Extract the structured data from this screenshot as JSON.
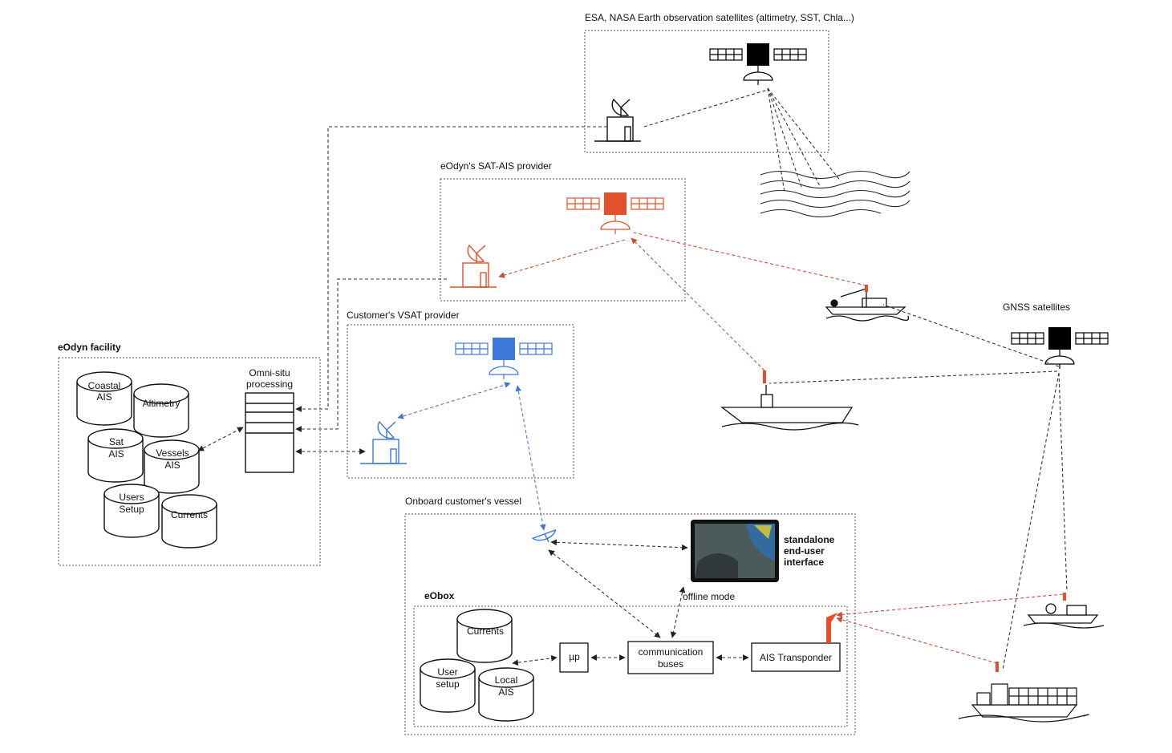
{
  "colors": {
    "red": "#e4502d",
    "blue": "#3c78d8",
    "black": "#000000",
    "screen": "#3a4a5a"
  },
  "labels": {
    "esa_nasa": "ESA, NASA Earth observation satellites (altimetry, SST, Chla...)",
    "sat_ais_provider": "eOdyn's SAT-AIS provider",
    "vsat_provider": "Customer's VSAT provider",
    "gnss": "GNSS satellites",
    "facility": "eOdyn facility",
    "omni_line1": "Omni-situ",
    "omni_line2": "processing",
    "onboard": "Onboard customer's vessel",
    "standalone_l1": "standalone",
    "standalone_l2": "end-user",
    "standalone_l3": "interface",
    "offline": "offline mode",
    "eobox": "eObox",
    "up": "µp",
    "comm_l1": "communication",
    "comm_l2": "buses",
    "ais_transponder": "AIS Transponder"
  },
  "facility_dbs": {
    "coastal_l1": "Coastal",
    "coastal_l2": "AIS",
    "altimetry": "Altimetry",
    "sat_l1": "Sat",
    "sat_l2": "AIS",
    "vessels_l1": "Vessels",
    "vessels_l2": "AIS",
    "users_l1": "Users",
    "users_l2": "Setup",
    "currents": "Currents"
  },
  "eobox_dbs": {
    "currents": "Currents",
    "user_l1": "User",
    "user_l2": "setup",
    "local_l1": "Local",
    "local_l2": "AIS"
  },
  "icons": [
    "satellite-icon",
    "ground-station-icon",
    "ship-icon",
    "fishing-boat-icon",
    "container-ship-icon",
    "ocean-waves-icon",
    "tablet-icon",
    "dish-antenna-icon",
    "database-icon",
    "server-rack-icon",
    "ais-antenna-icon"
  ]
}
